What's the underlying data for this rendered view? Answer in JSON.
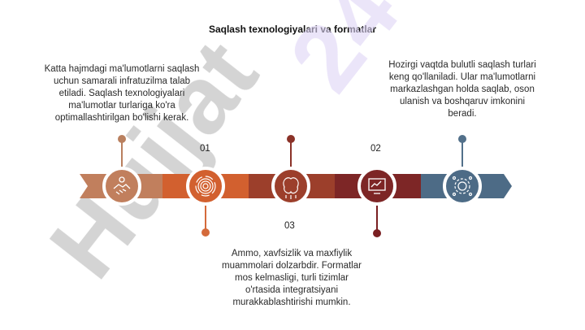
{
  "title": "Saqlash texnologiyalari va formatlar",
  "notes": [
    "Katta hajmdagi ma'lumotlarni saqlash uchun samarali infratuzilma talab etiladi. Saqlash texnologiyalari ma'lumotlar turlariga ko'ra optimallashtirilgan bo'lishi kerak.",
    "Hozirgi vaqtda bulutli saqlash turlari keng qo'llaniladi. Ular ma'lumotlarni markazlashgan holda saqlab, oson ulanish va boshqaruv imkonini beradi.",
    "Ammo, xavfsizlik va maxfiylik muammolari dolzarbdir. Formatlar mos kelmasligi, turli tizimlar o'rtasida integratsiyani murakkablashtirishi mumkin."
  ],
  "step_numbers": [
    "01",
    "02",
    "03"
  ],
  "watermark": "Hujjat24",
  "colors": {
    "segment_1": "#c17f5d",
    "segment_2": "#d2602f",
    "segment_3": "#9c3f2b",
    "segment_4": "#7d2626",
    "segment_5": "#4d6b86",
    "pin_1": "#b9805f",
    "pin_2": "#d46a3b",
    "pin_3": "#8b3228",
    "pin_4": "#7a1f22",
    "pin_5": "#52708a"
  },
  "icons": [
    "handshake-icon",
    "fingerprint-icon",
    "brain-network-icon",
    "computer-chart-icon",
    "gear-network-icon"
  ]
}
